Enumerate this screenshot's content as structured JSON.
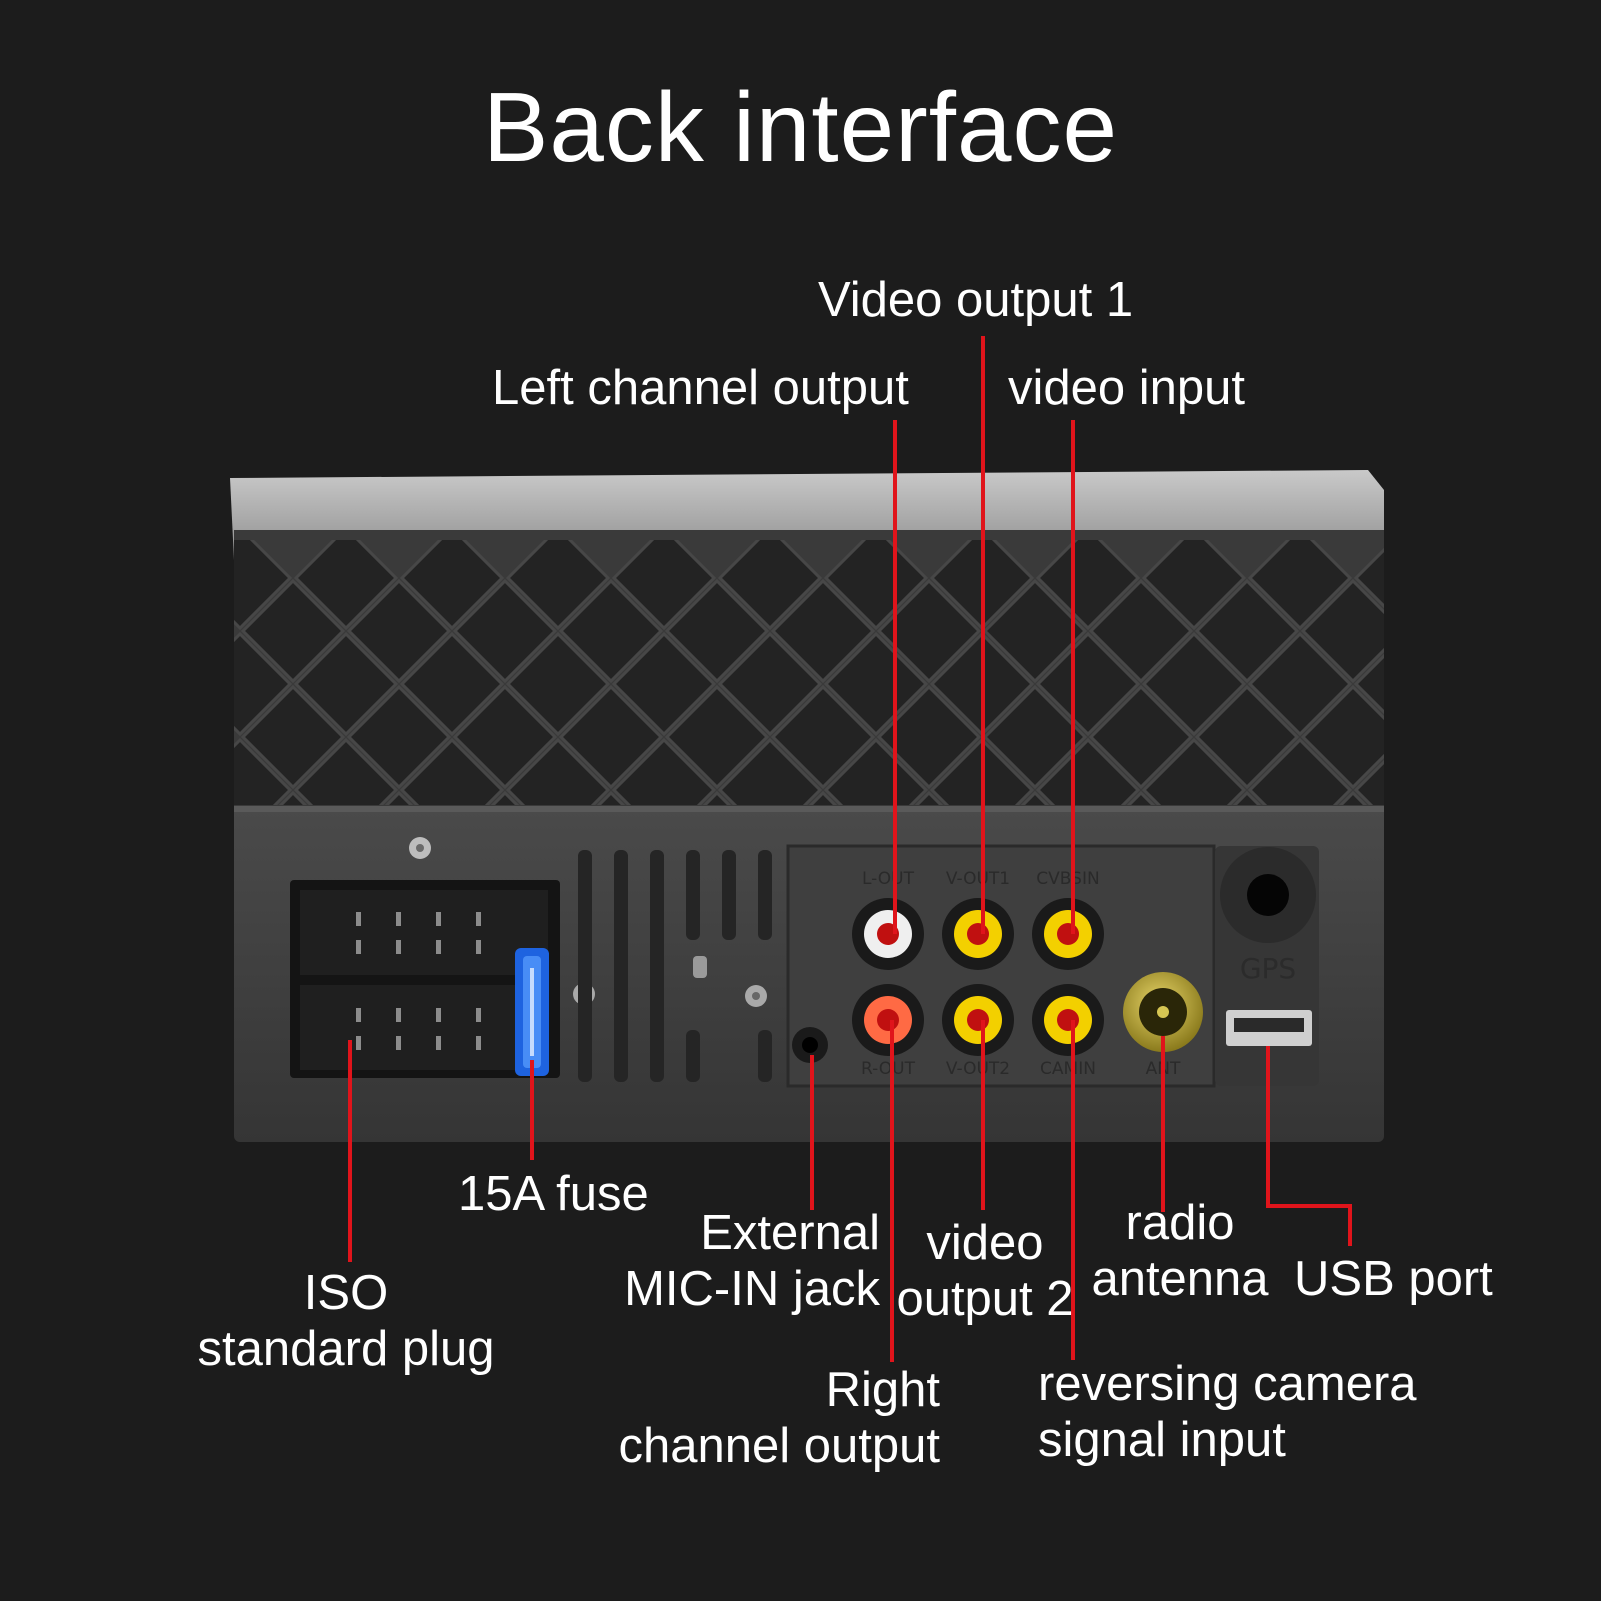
{
  "title": "Back interface",
  "colors": {
    "background": "#1c1c1c",
    "callout_line": "#e0141b",
    "text": "#ffffff"
  },
  "panel_print": {
    "top_jacks": [
      "L-OUT",
      "V-OUT1",
      "CVBSIN"
    ],
    "bottom_jacks": [
      "R-OUT",
      "V-OUT2",
      "CAMIN"
    ],
    "antenna": "ANT",
    "gps": "GPS"
  },
  "labels": {
    "video_output_1": "Video output 1",
    "left_channel_output": "Left channel output",
    "video_input": "video input",
    "fuse": "15A fuse",
    "iso_plug": [
      "ISO",
      "standard plug"
    ],
    "mic_jack": [
      "External",
      "MIC-IN jack"
    ],
    "video_output_2": [
      "video",
      "output 2"
    ],
    "radio_antenna": [
      "radio",
      "antenna"
    ],
    "usb_port": "USB port",
    "right_channel_output": [
      "Right",
      "channel output"
    ],
    "reversing_camera": [
      "reversing camera",
      "signal input"
    ]
  }
}
